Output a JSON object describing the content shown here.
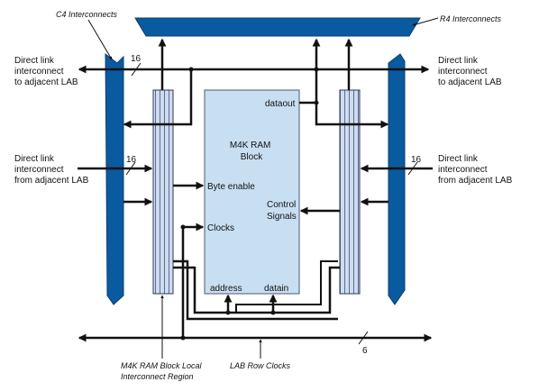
{
  "labels": {
    "c4": "C4 Interconnects",
    "r4": "R4 Interconnects",
    "dl_out_left": [
      "Direct link",
      "interconnect",
      "to adjacent LAB"
    ],
    "dl_out_right": [
      "Direct link",
      "interconnect",
      "to adjacent LAB"
    ],
    "dl_in_left": [
      "Direct link",
      "interconnect",
      "from adjacent LAB"
    ],
    "dl_in_right": [
      "Direct link",
      "interconnect",
      "from adjacent LAB"
    ],
    "bus16_top": "16",
    "bus16_left": "16",
    "bus16_right": "16",
    "bus6": "6",
    "block_title": [
      "M4K RAM",
      "Block"
    ],
    "dataout": "dataout",
    "byte_enable": "Byte enable",
    "control_signals": [
      "Control",
      "Signals"
    ],
    "clocks": "Clocks",
    "address": "address",
    "datain": "datain",
    "local_region": [
      "M4K RAM Block Local",
      "Interconnect Region"
    ],
    "row_clocks": "LAB Row Clocks"
  },
  "colors": {
    "interconnect_fill": "#0a5aa0",
    "interconnect_stroke": "#0a3e74",
    "block_fill": "#c8dff2",
    "local_fill": "#d0dcec",
    "wire": "#111111"
  }
}
